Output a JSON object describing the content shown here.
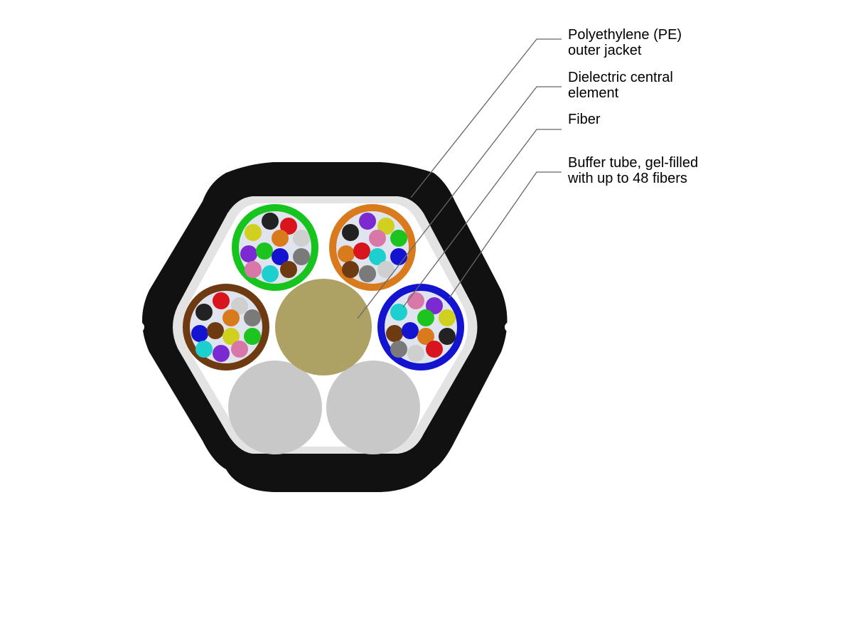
{
  "labels": {
    "jacket": {
      "line1": "Polyethylene (PE)",
      "line2": "outer jacket"
    },
    "central": {
      "line1": "Dielectric central",
      "line2": "element"
    },
    "fiber": {
      "line1": "Fiber"
    },
    "buffer": {
      "line1": "Buffer tube, gel-filled",
      "line2": "with up to 48 fibers"
    }
  },
  "colors": {
    "jacket": "#111111",
    "inner_fill": "#ffffff",
    "water_block": "#e3e3e3",
    "central_element": "#ada164",
    "filler": "#c8c8c8",
    "gel": "#dfe4ee",
    "leader_line": "#666666"
  },
  "buffer_tubes": [
    {
      "name": "green-tube",
      "color": "#17c41d",
      "fibers": [
        "#222222",
        "#d8141c",
        "#d1cf1f",
        "#d97a1c",
        "#cfcfcf",
        "#7a2ad0",
        "#1dc420",
        "#1414d0",
        "#7a7a7a",
        "#d878a8",
        "#1ecfd0",
        "#6e3a12"
      ]
    },
    {
      "name": "orange-tube",
      "color": "#d97a1c",
      "fibers": [
        "#7a2ad0",
        "#d1cf1f",
        "#222222",
        "#d878a8",
        "#1dc420",
        "#d97a1c",
        "#d8141c",
        "#1ecfd0",
        "#1414d0",
        "#6e3a12",
        "#7a7a7a",
        "#cfcfcf"
      ]
    },
    {
      "name": "brown-tube",
      "color": "#6e3a12",
      "fibers": [
        "#d8141c",
        "#cfcfcf",
        "#222222",
        "#d97a1c",
        "#7a7a7a",
        "#1414d0",
        "#6e3a12",
        "#d1cf1f",
        "#1dc420",
        "#1ecfd0",
        "#7a2ad0",
        "#d878a8"
      ]
    },
    {
      "name": "blue-tube",
      "color": "#1414d0",
      "fibers": [
        "#d878a8",
        "#7a2ad0",
        "#1ecfd0",
        "#1dc420",
        "#d1cf1f",
        "#6e3a12",
        "#1414d0",
        "#d97a1c",
        "#222222",
        "#7a7a7a",
        "#cfcfcf",
        "#d8141c"
      ]
    }
  ]
}
